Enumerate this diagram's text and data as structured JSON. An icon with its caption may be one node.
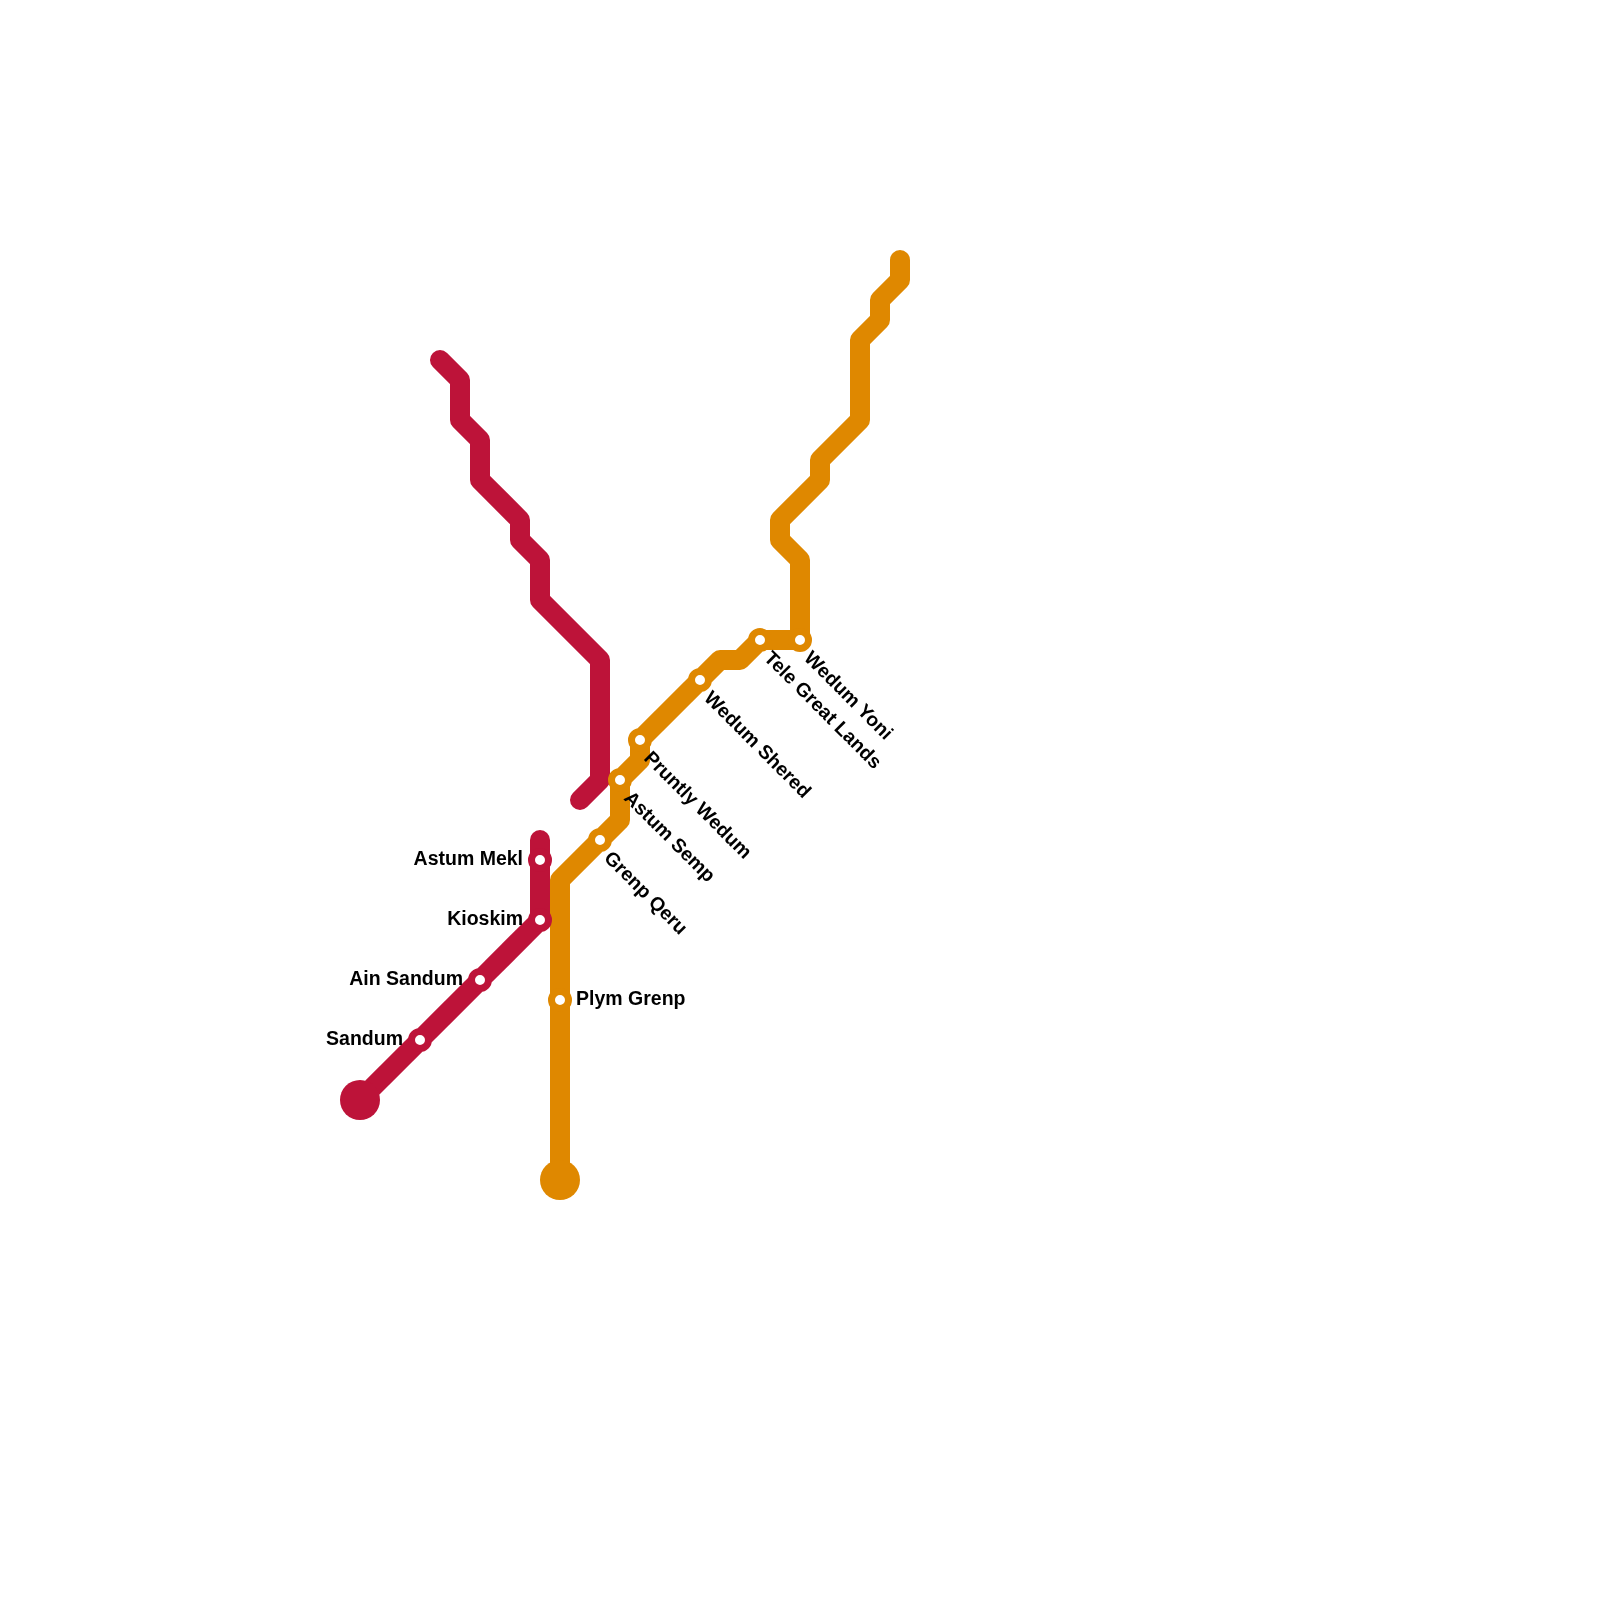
{
  "diagram": {
    "nodes": [
      {
        "text": [
          "Tele Great Lands"
        ]
      },
      {
        "text": [
          "Wedum Yoni"
        ]
      },
      {
        "text": [
          "Wedum Shered"
        ]
      },
      {
        "text": [
          "Pruntly Wedum"
        ]
      },
      {
        "text": [
          "Astum Semp"
        ]
      },
      {
        "text": [
          "Grenp Qeru"
        ]
      },
      {
        "text": [
          "Astum Mekl"
        ]
      },
      {
        "text": [
          "Kioskim"
        ]
      },
      {
        "text": [
          "Ain Sandum"
        ]
      },
      {
        "text": [
          "Plym Grenp"
        ]
      },
      {
        "text": [
          "Sandum"
        ]
      },
      {
        "text": [],
        "shape": "circle"
      },
      {
        "text": [],
        "shape": "circle"
      }
    ],
    "edges": [
      {
        "from": 1,
        "to": null,
        "arrow": "none"
      },
      {
        "from": 1,
        "to": 0,
        "arrow": "none"
      },
      {
        "from": 0,
        "to": 2,
        "arrow": "none"
      },
      {
        "from": 2,
        "to": 3,
        "arrow": "none"
      },
      {
        "from": 3,
        "to": 4,
        "arrow": "none"
      },
      {
        "from": 4,
        "to": 5,
        "arrow": "none"
      },
      {
        "from": 5,
        "to": 9,
        "arrow": "none"
      },
      {
        "from": 9,
        "to": 12,
        "arrow": "none"
      },
      {
        "from": 6,
        "to": null,
        "arrow": "none",
        "color": "#bd1339"
      },
      {
        "from": 6,
        "to": 7,
        "arrow": "none",
        "color": "#bd1339"
      },
      {
        "from": 7,
        "to": 8,
        "arrow": "none",
        "color": "#bd1339"
      },
      {
        "from": 8,
        "to": 10,
        "arrow": "none",
        "color": "#bd1339"
      },
      {
        "from": 10,
        "to": 11,
        "arrow": "none",
        "color": "#bd1339"
      }
    ]
  }
}
